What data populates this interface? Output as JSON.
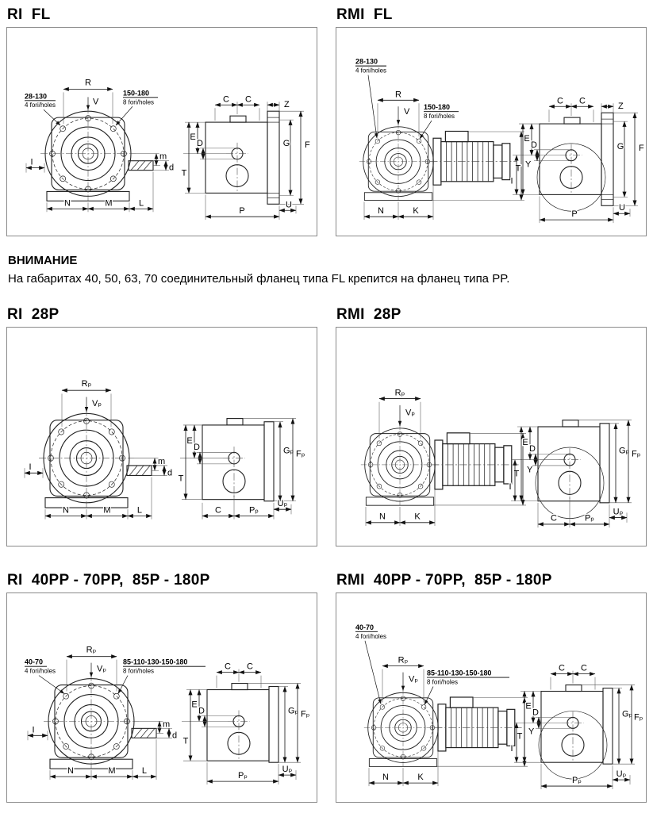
{
  "doc": {
    "warning_title": "ВНИМАНИЕ",
    "warning_body": "На габаритах 40, 50, 63, 70 соединительный фланец типа FL крепится на фланец типа PP."
  },
  "p1": {
    "title": "RI  FL",
    "hole_small": "28-130",
    "hole_small_sub": "4 fori/holes",
    "hole_big": "150-180",
    "hole_big_sub": "8 fori/holes",
    "R": "R",
    "V": "V",
    "I": "I",
    "m": "m",
    "d": "d",
    "N": "N",
    "M": "M",
    "L": "L",
    "C": "C",
    "Z": "Z",
    "E": "E",
    "D": "D",
    "T": "T",
    "G": "G",
    "F": "F",
    "P": "P",
    "U": "U"
  },
  "p2": {
    "title": "RMI  FL",
    "hole_small": "28-130",
    "hole_small_sub": "4 fori/holes",
    "hole_big": "150-180",
    "hole_big_sub": "8 fori/holes",
    "R": "R",
    "V": "V",
    "N": "N",
    "K": "K",
    "Y": "Y",
    "C": "C",
    "Z": "Z",
    "E": "E",
    "D": "D",
    "T": "T",
    "I": "I",
    "G": "G",
    "F": "F",
    "P": "P",
    "U": "U"
  },
  "p3": {
    "title": "RI  28P",
    "Rp": "Rₚ",
    "Vp": "Vₚ",
    "I": "I",
    "m": "m",
    "d": "d",
    "N": "N",
    "M": "M",
    "L": "L",
    "E": "E",
    "D": "D",
    "T": "T",
    "Gp": "Gₚ",
    "Fp": "Fₚ",
    "C": "C",
    "Pp": "Pₚ",
    "Up": "Uₚ"
  },
  "p4": {
    "title": "RMI  28P",
    "Rp": "Rₚ",
    "Vp": "Vₚ",
    "N": "N",
    "K": "K",
    "Y": "Y",
    "E": "E",
    "D": "D",
    "T": "T",
    "I": "I",
    "Gp": "Gₚ",
    "Fp": "Fₚ",
    "C": "C",
    "Pp": "Pₚ",
    "Up": "Uₚ"
  },
  "p5": {
    "title": "RI  40PP - 70PP,  85P - 180P",
    "hole_small": "40-70",
    "hole_small_sub": "4 fori/holes",
    "hole_big": "85-110-130-150-180",
    "hole_big_sub": "8 fori/holes",
    "Rp": "Rₚ",
    "Vp": "Vₚ",
    "I": "I",
    "m": "m",
    "d": "d",
    "N": "N",
    "M": "M",
    "L": "L",
    "C": "C",
    "E": "E",
    "D": "D",
    "T": "T",
    "Gp": "Gₚ",
    "Fp": "Fₚ",
    "Pp": "Pₚ",
    "Up": "Uₚ"
  },
  "p6": {
    "title": "RMI  40PP - 70PP,  85P - 180P",
    "hole_small": "40-70",
    "hole_small_sub": "4 fori/holes",
    "hole_big": "85-110-130-150-180",
    "hole_big_sub": "8 fori/holes",
    "Rp": "Rₚ",
    "Vp": "Vₚ",
    "N": "N",
    "K": "K",
    "Y": "Y",
    "C": "C",
    "E": "E",
    "D": "D",
    "T": "T",
    "I": "I",
    "Gp": "Gₚ",
    "Fp": "Fₚ",
    "Pp": "Pₚ",
    "Up": "Uₚ"
  }
}
